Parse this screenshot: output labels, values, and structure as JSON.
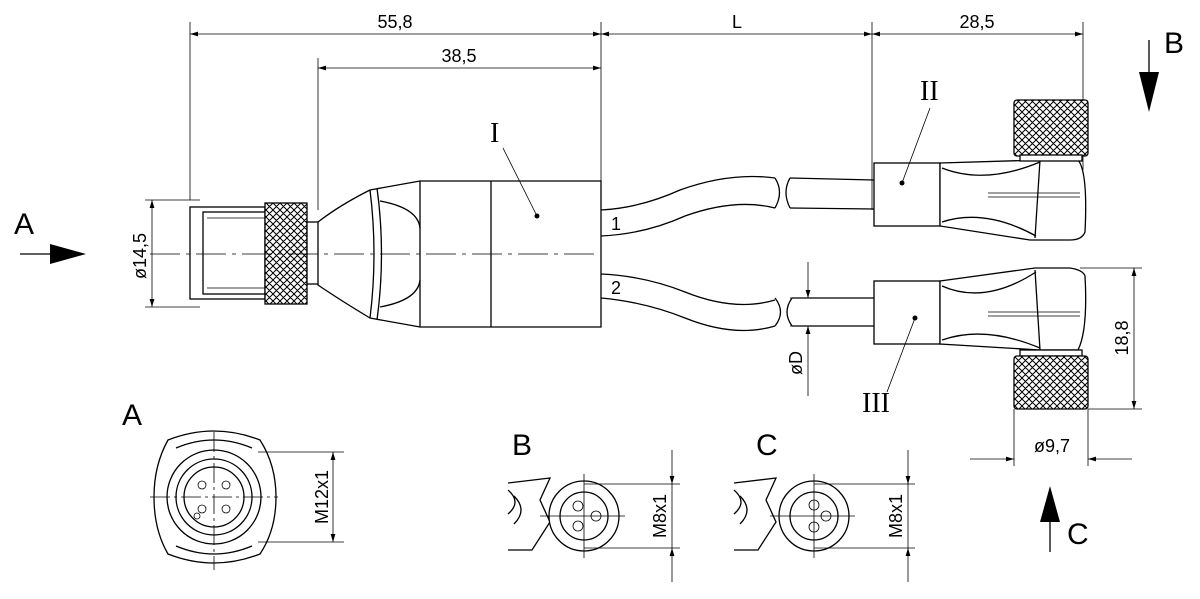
{
  "dimensions": {
    "d_55_8": "55,8",
    "d_38_5": "38,5",
    "d_L": "L",
    "d_28_5": "28,5",
    "d_14_5": "ø14,5",
    "d_18_8": "18,8",
    "d_D": "øD",
    "d_9_7": "ø9,7"
  },
  "cables": {
    "one": "1",
    "two": "2"
  },
  "parts": {
    "I": "I",
    "II": "II",
    "III": "III"
  },
  "views": {
    "A": "A",
    "B": "B",
    "C": "C"
  },
  "threads": {
    "m12": "M12x1",
    "m8_b": "M8x1",
    "m8_c": "M8x1"
  },
  "colors": {
    "line": "#000000",
    "background": "#ffffff"
  }
}
